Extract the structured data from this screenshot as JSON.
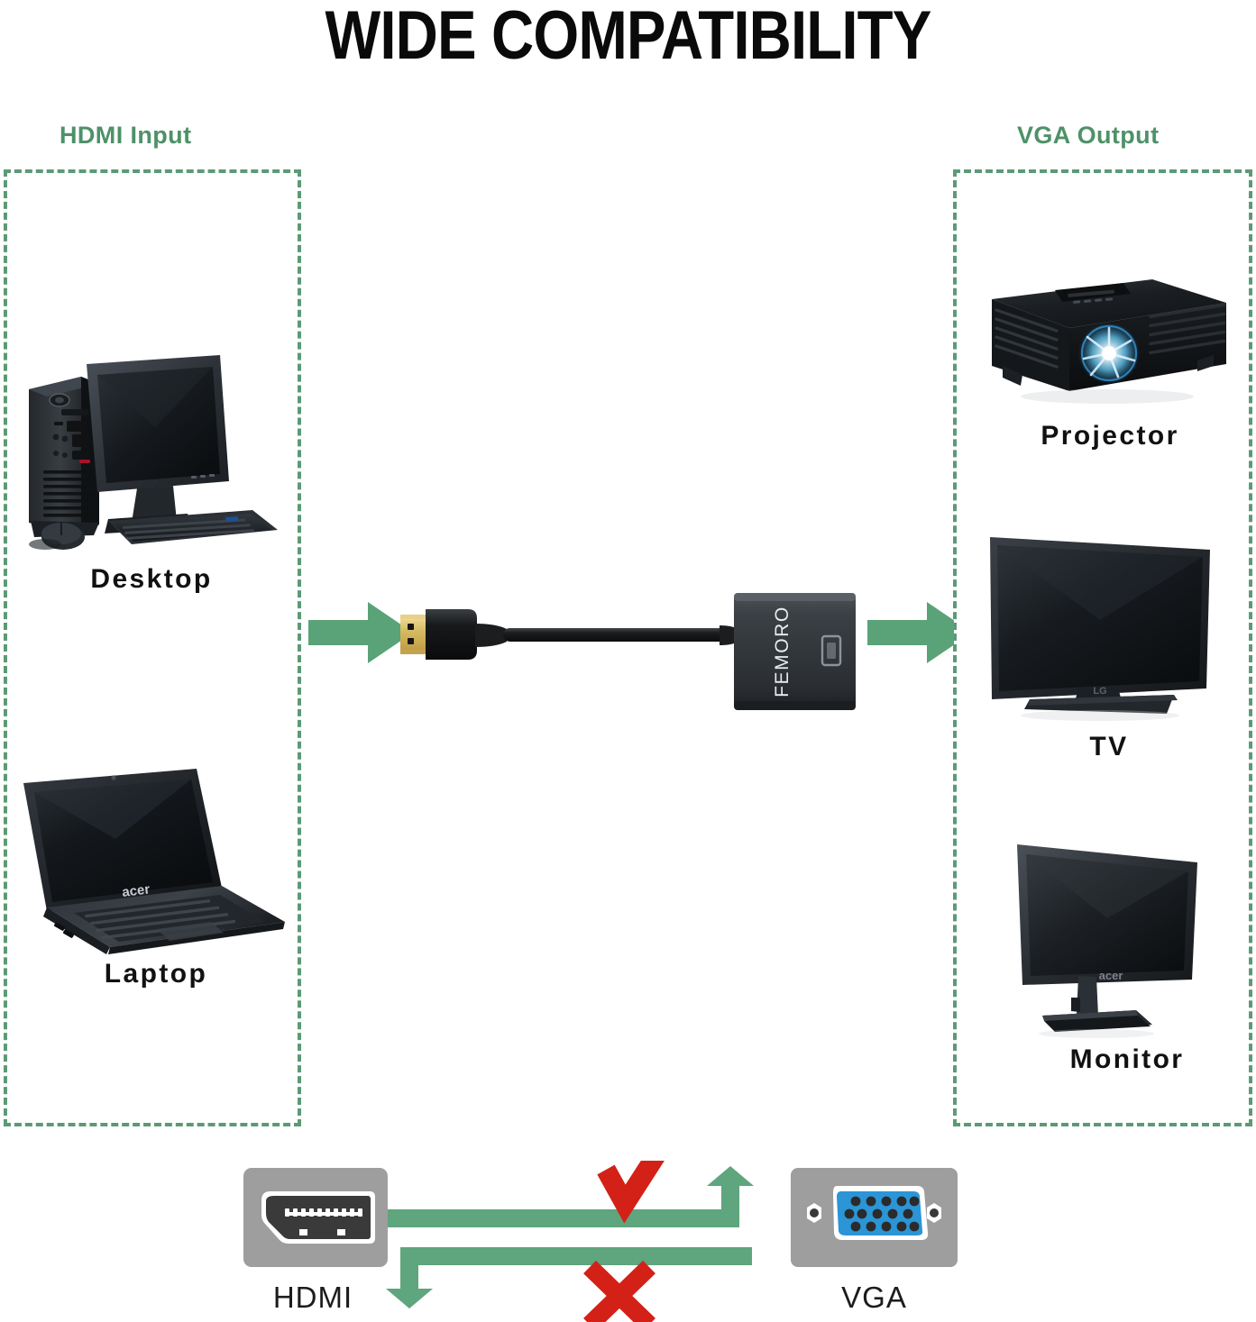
{
  "title": "WIDE COMPATIBILITY",
  "sections": {
    "input": {
      "label": "HDMI Input",
      "devices": [
        {
          "name": "desktop",
          "caption": "Desktop"
        },
        {
          "name": "laptop",
          "caption": "Laptop"
        }
      ]
    },
    "output": {
      "label": "VGA Output",
      "devices": [
        {
          "name": "projector",
          "caption": "Projector"
        },
        {
          "name": "tv",
          "caption": "TV"
        },
        {
          "name": "monitor",
          "caption": "Monitor"
        }
      ]
    }
  },
  "adapter": {
    "brand": "FEMORO"
  },
  "brands": {
    "laptop_logo": "acer",
    "monitor_logo": "acer"
  },
  "bottom": {
    "hdmi_port_label": "HDMI",
    "vga_port_label": "VGA",
    "supported_mark": "check",
    "unsupported_mark": "cross"
  },
  "colors": {
    "green_accent": "#4e9169",
    "dashed_border": "#5b9a76",
    "arrow_green": "#5aa278",
    "flow_green": "#5fa57d",
    "check_red": "#d32118",
    "cross_red": "#d32118",
    "vga_blue": "#2b95d6",
    "port_gray": "#9e9e9e",
    "device_black": "#1b1b1b",
    "title_black": "#0a0a0a",
    "projector_beam_blue": "#49b6e8"
  }
}
